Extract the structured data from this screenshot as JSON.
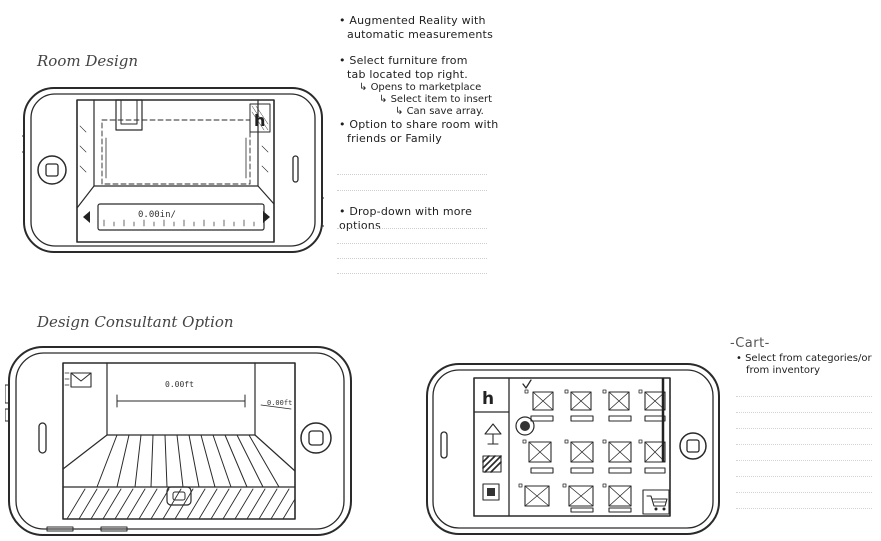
{
  "captions": {
    "room_design": "Room Design",
    "consultant": "Design Consultant Option"
  },
  "room_design": {
    "measurement": "0.00in/",
    "logo_glyph": "h"
  },
  "room_notes": {
    "bullet1_line1": "Augmented Reality with",
    "bullet1_line2": "automatic measurements",
    "bullet2_line1": "Select furniture from",
    "bullet2_line2": "tab located top right.",
    "bullet2_sub1": "Opens to marketplace",
    "bullet2_sub2": "Select item to insert",
    "bullet2_sub3": "Can save array.",
    "bullet3_line1": "Option to share room with",
    "bullet3_line2": "friends or Family",
    "bullet4": "Drop-down with more options"
  },
  "consultant": {
    "measurement_top": "0.00ft",
    "measurement_side": "0.00ft"
  },
  "cart": {
    "title": "-Cart-",
    "note_line1": "Select from categories/or",
    "note_line2": "from inventory",
    "logo_glyph": "h"
  },
  "icons": {
    "mail": "envelope-icon",
    "lamp": "lamp-icon",
    "fabric": "fabric-swatch-icon",
    "picture": "picture-frame-icon",
    "cart": "shopping-cart-icon"
  }
}
